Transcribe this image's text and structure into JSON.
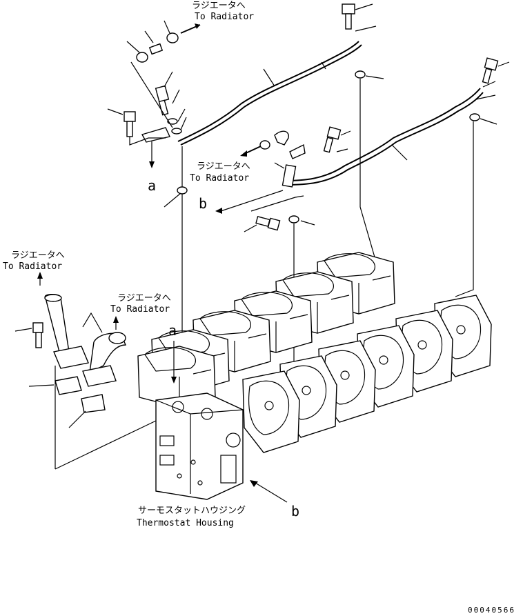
{
  "labels": {
    "to_radiator_jp": "ラジエータへ",
    "to_radiator_en": "To Radiator",
    "thermostat_jp": "サーモスタットハウジング",
    "thermostat_en": "Thermostat Housing",
    "ref_a": "a",
    "ref_b": "b",
    "drawing_number": "00040566"
  }
}
